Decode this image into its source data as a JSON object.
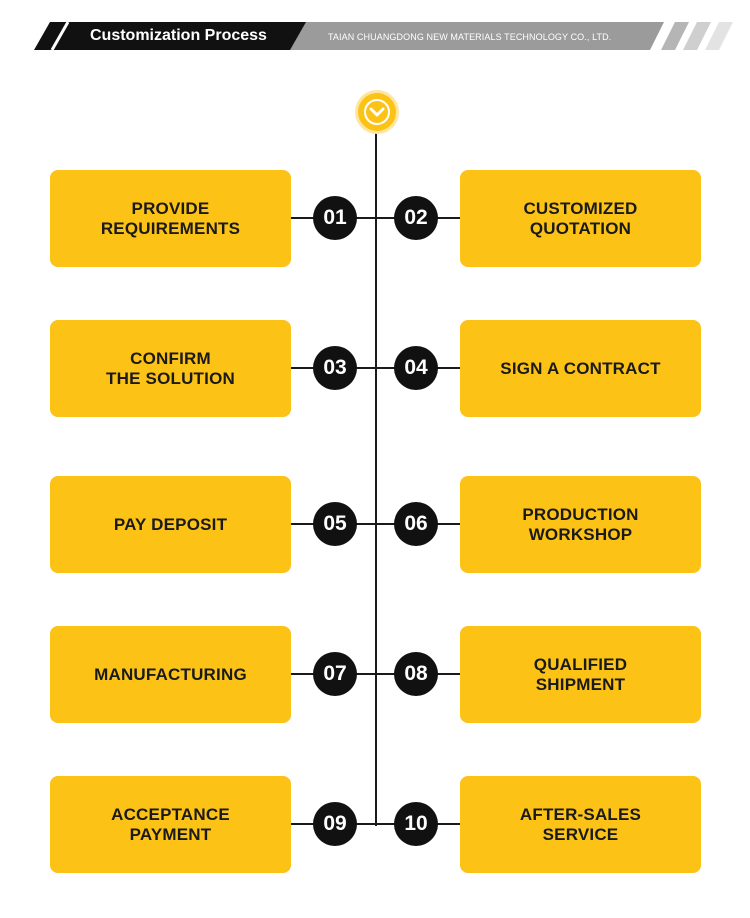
{
  "header": {
    "title": "Customization Process",
    "company": "TAIAN CHUANGDONG NEW MATERIALS TECHNOLOGY CO., LTD."
  },
  "icons": {
    "top_node": "chevron-down-icon"
  },
  "colors": {
    "accent": "#fcc216",
    "dark": "#111111",
    "banner_grey": "#9b9b9b"
  },
  "steps": [
    {
      "number": "01",
      "label": "PROVIDE\nREQUIREMENTS"
    },
    {
      "number": "02",
      "label": "CUSTOMIZED\nQUOTATION"
    },
    {
      "number": "03",
      "label": "CONFIRM\nTHE SOLUTION"
    },
    {
      "number": "04",
      "label": "SIGN A CONTRACT"
    },
    {
      "number": "05",
      "label": "PAY DEPOSIT"
    },
    {
      "number": "06",
      "label": "PRODUCTION\nWORKSHOP"
    },
    {
      "number": "07",
      "label": "MANUFACTURING"
    },
    {
      "number": "08",
      "label": "QUALIFIED\nSHIPMENT"
    },
    {
      "number": "09",
      "label": "ACCEPTANCE\nPAYMENT"
    },
    {
      "number": "10",
      "label": "AFTER-SALES\nSERVICE"
    }
  ]
}
